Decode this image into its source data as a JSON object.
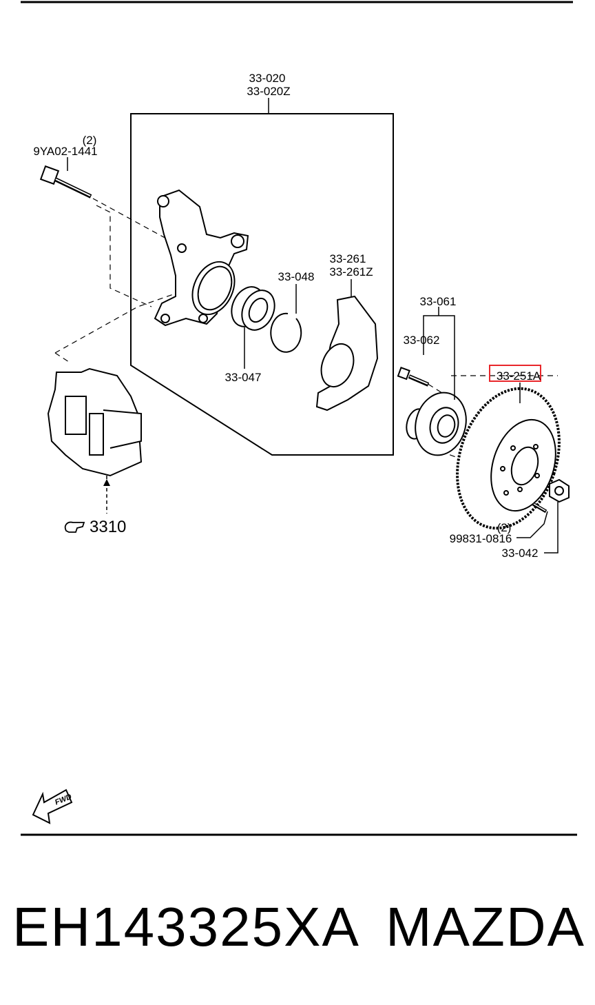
{
  "diagram": {
    "labels": {
      "knuckle_assy": "33-020",
      "knuckle_assy_alt": "33-020Z",
      "bolt_qty": "(2)",
      "bolt": "9YA02-1441",
      "snap_ring": "33-048",
      "dust_cover": "33-261",
      "dust_cover_alt": "33-261Z",
      "bearing": "33-047",
      "hub_assy": "33-061",
      "hub_bolt": "33-062",
      "disc": "33-251A",
      "screw_qty": "(2)",
      "screw": "99831-0816",
      "nut": "33-042",
      "caliper_ref": "3310",
      "fwd": "FWD"
    },
    "highlight_color": "#e8262a"
  },
  "footer": {
    "part_number": "EH143325XA",
    "brand": "MAZDA"
  }
}
